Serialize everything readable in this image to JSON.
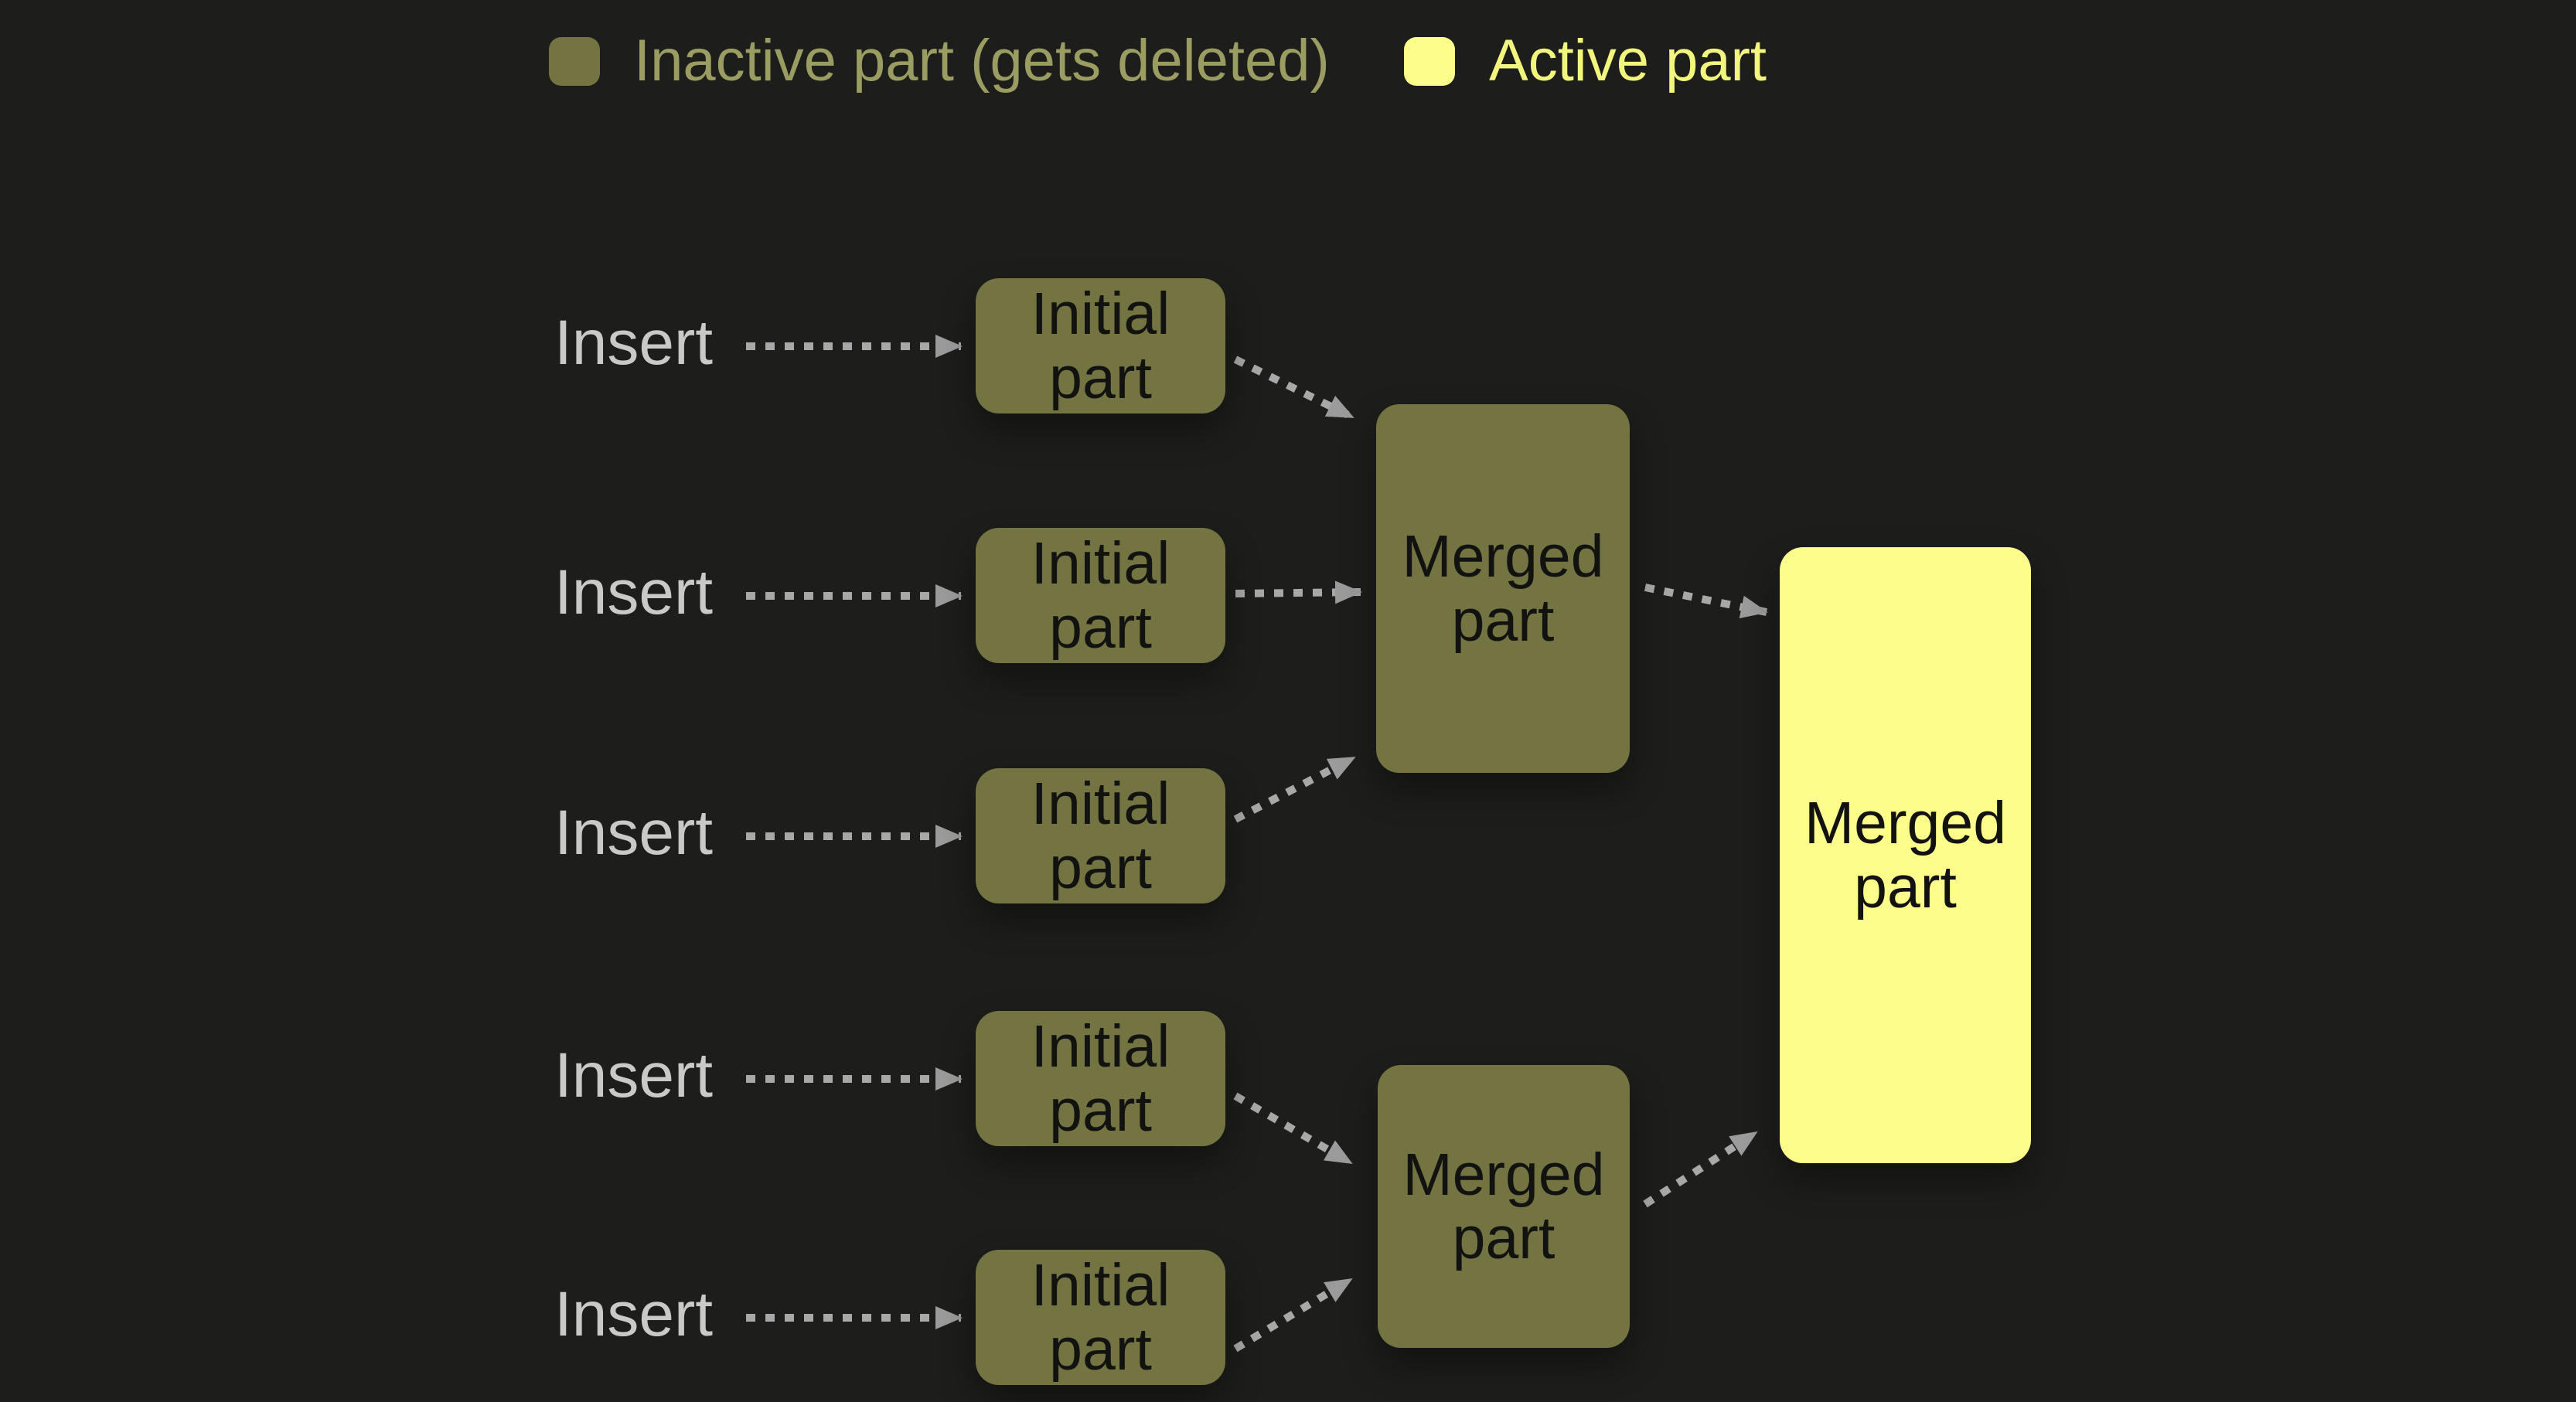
{
  "colors": {
    "background": "#1d1d1b",
    "inactive_fill": "#737442",
    "active_fill": "#fdfd8c",
    "node_text": "#121210",
    "insert_text": "#c9c9c8",
    "arrow_gray": "#a8a8a8",
    "legend_inactive_text": "#9b9c61",
    "legend_active_text": "#f2f67c"
  },
  "legend": {
    "items": [
      {
        "id": "inactive",
        "label": "Inactive part (gets deleted)",
        "swatch_color": "#737442"
      },
      {
        "id": "active",
        "label": "Active part",
        "swatch_color": "#fdfd8c"
      }
    ]
  },
  "diagram": {
    "insert_labels": [
      "Insert",
      "Insert",
      "Insert",
      "Insert",
      "Insert"
    ],
    "initial_parts": [
      {
        "label": "Initial part",
        "state": "inactive"
      },
      {
        "label": "Initial part",
        "state": "inactive"
      },
      {
        "label": "Initial part",
        "state": "inactive"
      },
      {
        "label": "Initial part",
        "state": "inactive"
      },
      {
        "label": "Initial part",
        "state": "inactive"
      }
    ],
    "merged_parts": [
      {
        "label": "Merged part",
        "state": "inactive"
      },
      {
        "label": "Merged part",
        "state": "inactive"
      }
    ],
    "final_part": {
      "label": "Merged part",
      "state": "active"
    },
    "edges": [
      {
        "from": "insert-1",
        "to": "initial-part-1"
      },
      {
        "from": "insert-2",
        "to": "initial-part-2"
      },
      {
        "from": "insert-3",
        "to": "initial-part-3"
      },
      {
        "from": "insert-4",
        "to": "initial-part-4"
      },
      {
        "from": "insert-5",
        "to": "initial-part-5"
      },
      {
        "from": "initial-part-1",
        "to": "merged-part-1"
      },
      {
        "from": "initial-part-2",
        "to": "merged-part-1"
      },
      {
        "from": "initial-part-3",
        "to": "merged-part-1"
      },
      {
        "from": "initial-part-4",
        "to": "merged-part-2"
      },
      {
        "from": "initial-part-5",
        "to": "merged-part-2"
      },
      {
        "from": "merged-part-1",
        "to": "final-merged-part"
      },
      {
        "from": "merged-part-2",
        "to": "final-merged-part"
      }
    ]
  }
}
